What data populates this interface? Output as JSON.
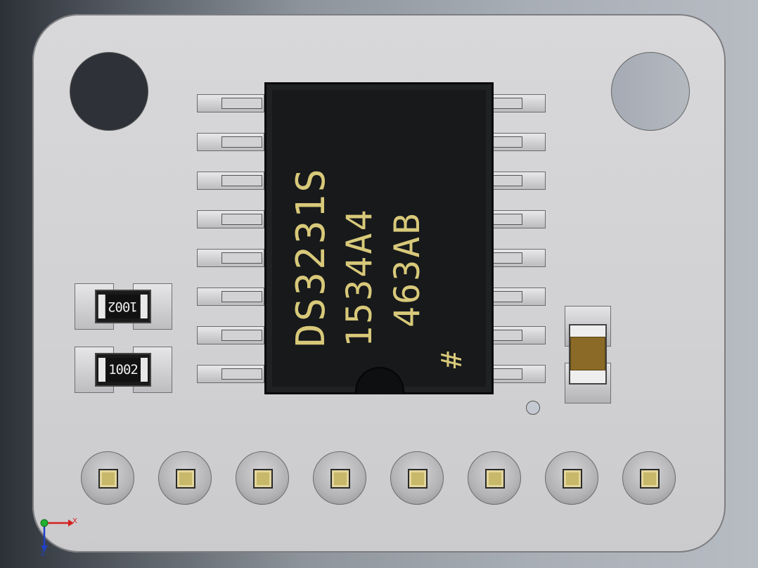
{
  "chip": {
    "line1": "DS3231S",
    "line2": "1534A4",
    "line3": "463AB",
    "mark": "#"
  },
  "resistors": {
    "top_label": "1002",
    "bottom_label": "1002"
  },
  "axis": {
    "x_label": "X",
    "z_label": "Z"
  },
  "colors": {
    "chip_text": "#d8c97a",
    "pad_gold": "#c8b86a",
    "capacitor": "#8b6a27"
  }
}
